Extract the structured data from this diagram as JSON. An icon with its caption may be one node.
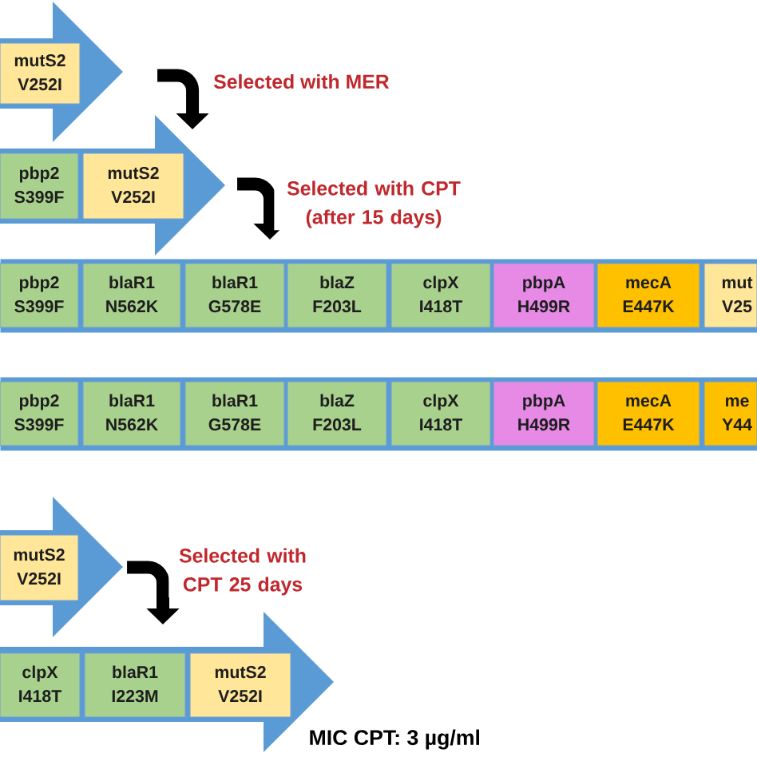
{
  "diagram": {
    "nodes": [
      {
        "text": [],
        "shape": "arrow"
      },
      {
        "text": [
          "mutS2",
          "V252I"
        ],
        "in": 0
      },
      {
        "text": [],
        "shape": "arrow"
      },
      {
        "text": [
          "pbp2",
          "S399F"
        ],
        "in": 2
      },
      {
        "text": [
          "mutS2",
          "V252I"
        ],
        "in": 2
      },
      {
        "text": [],
        "shape": "bar"
      },
      {
        "text": [
          "pbp2",
          "S399F"
        ],
        "in": 5
      },
      {
        "text": [
          "blaR1",
          "N562K"
        ],
        "in": 5
      },
      {
        "text": [
          "blaR1",
          "G578E"
        ],
        "in": 5
      },
      {
        "text": [
          "blaZ",
          "F203L"
        ],
        "in": 5
      },
      {
        "text": [
          "clpX",
          "I418T"
        ],
        "in": 5
      },
      {
        "text": [
          "pbpA",
          "H499R"
        ],
        "in": 5
      },
      {
        "text": [
          "mecA",
          "E447K"
        ],
        "in": 5
      },
      {
        "text": [
          "mut",
          "V25"
        ],
        "in": 5
      },
      {
        "text": [],
        "shape": "bar"
      },
      {
        "text": [
          "pbp2",
          "S399F"
        ],
        "in": 14
      },
      {
        "text": [
          "blaR1",
          "N562K"
        ],
        "in": 14
      },
      {
        "text": [
          "blaR1",
          "G578E"
        ],
        "in": 14
      },
      {
        "text": [
          "blaZ",
          "F203L"
        ],
        "in": 14
      },
      {
        "text": [
          "clpX",
          "I418T"
        ],
        "in": 14
      },
      {
        "text": [
          "pbpA",
          "H499R"
        ],
        "in": 14
      },
      {
        "text": [
          "mecA",
          "E447K"
        ],
        "in": 14
      },
      {
        "text": [
          "me",
          "Y44"
        ],
        "in": 14
      },
      {
        "text": [],
        "shape": "arrow"
      },
      {
        "text": [
          "mutS2",
          "V252I"
        ],
        "in": 23
      },
      {
        "text": [],
        "shape": "arrow",
        "beside": [
          "MIC CPT: 3 µg/ml"
        ]
      },
      {
        "text": [
          "clpX",
          "I418T"
        ],
        "in": 25
      },
      {
        "text": [
          "blaR1",
          "I223M"
        ],
        "in": 25
      },
      {
        "text": [
          "mutS2",
          "V252I"
        ],
        "in": 25
      }
    ],
    "edges": [
      {
        "from": 0,
        "to": 2,
        "arrow": "to",
        "label": "Selected with MER"
      },
      {
        "from": 2,
        "to": 5,
        "arrow": "to",
        "label": "Selected with CPT (after 15 days)"
      },
      {
        "from": 23,
        "to": 25,
        "arrow": "to",
        "label": "Selected with CPT 25 days"
      }
    ]
  }
}
